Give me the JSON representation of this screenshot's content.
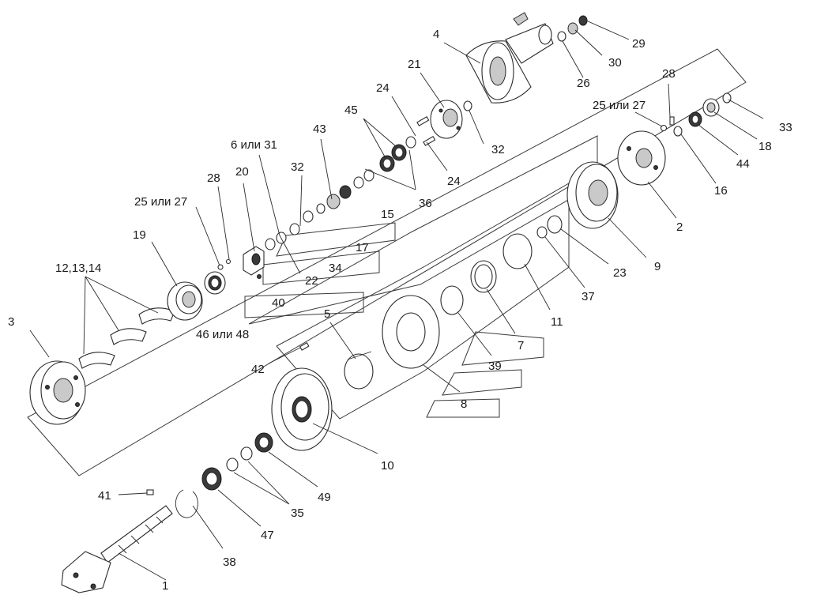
{
  "diagram": {
    "type": "exploded-assembly-drawing",
    "callouts": [
      {
        "id": "c1",
        "text": "1"
      },
      {
        "id": "c2",
        "text": "2"
      },
      {
        "id": "c3",
        "text": "3"
      },
      {
        "id": "c4",
        "text": "4"
      },
      {
        "id": "c5",
        "text": "5"
      },
      {
        "id": "c6",
        "text": "6 или 31"
      },
      {
        "id": "c7",
        "text": "7"
      },
      {
        "id": "c8",
        "text": "8"
      },
      {
        "id": "c9",
        "text": "9"
      },
      {
        "id": "c10",
        "text": "10"
      },
      {
        "id": "c11",
        "text": "11"
      },
      {
        "id": "c12",
        "text": "12,13,14"
      },
      {
        "id": "c15",
        "text": "15"
      },
      {
        "id": "c16",
        "text": "16"
      },
      {
        "id": "c17",
        "text": "17"
      },
      {
        "id": "c18",
        "text": "18"
      },
      {
        "id": "c19",
        "text": "19"
      },
      {
        "id": "c20",
        "text": "20"
      },
      {
        "id": "c21",
        "text": "21"
      },
      {
        "id": "c22",
        "text": "22"
      },
      {
        "id": "c23",
        "text": "23"
      },
      {
        "id": "c24a",
        "text": "24"
      },
      {
        "id": "c24b",
        "text": "24"
      },
      {
        "id": "c25a",
        "text": "25 или 27"
      },
      {
        "id": "c25b",
        "text": "25 или 27"
      },
      {
        "id": "c26",
        "text": "26"
      },
      {
        "id": "c28a",
        "text": "28"
      },
      {
        "id": "c28b",
        "text": "28"
      },
      {
        "id": "c29",
        "text": "29"
      },
      {
        "id": "c30",
        "text": "30"
      },
      {
        "id": "c32a",
        "text": "32"
      },
      {
        "id": "c32b",
        "text": "32"
      },
      {
        "id": "c33",
        "text": "33"
      },
      {
        "id": "c34",
        "text": "34"
      },
      {
        "id": "c35",
        "text": "35"
      },
      {
        "id": "c36",
        "text": "36"
      },
      {
        "id": "c37",
        "text": "37"
      },
      {
        "id": "c38",
        "text": "38"
      },
      {
        "id": "c39",
        "text": "39"
      },
      {
        "id": "c40",
        "text": "40"
      },
      {
        "id": "c41",
        "text": "41"
      },
      {
        "id": "c42",
        "text": "42"
      },
      {
        "id": "c43",
        "text": "43"
      },
      {
        "id": "c44",
        "text": "44"
      },
      {
        "id": "c45",
        "text": "45"
      },
      {
        "id": "c46",
        "text": "46 или 48"
      },
      {
        "id": "c47",
        "text": "47"
      },
      {
        "id": "c49",
        "text": "49"
      }
    ]
  }
}
